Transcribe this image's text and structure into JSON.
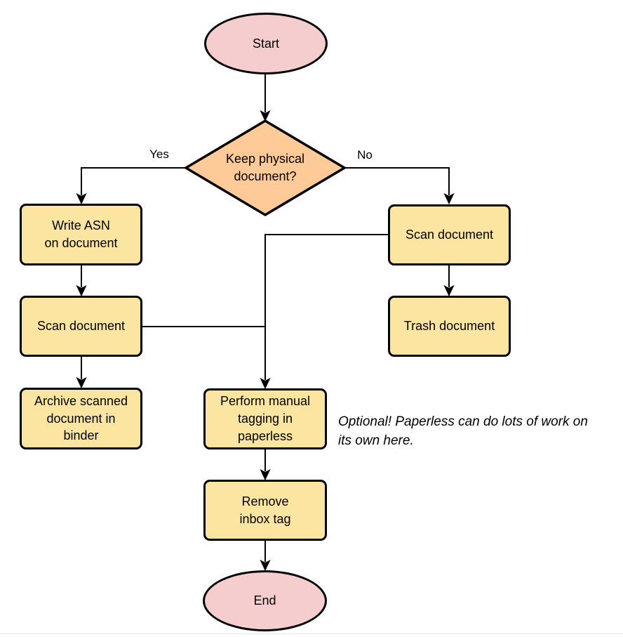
{
  "diagram": {
    "nodes": {
      "start": {
        "label": "Start"
      },
      "decision": {
        "label": "Keep physical\ndocument?"
      },
      "write_asn": {
        "label": "Write ASN\non document"
      },
      "scan_left": {
        "label": "Scan document"
      },
      "archive": {
        "label": "Archive scanned\ndocument in\nbinder"
      },
      "scan_right": {
        "label": "Scan document"
      },
      "trash": {
        "label": "Trash document"
      },
      "tagging": {
        "label": "Perform manual\ntagging in\npaperless"
      },
      "remove_inbox": {
        "label": "Remove\ninbox tag"
      },
      "end": {
        "label": "End"
      }
    },
    "edge_labels": {
      "yes": "Yes",
      "no": "No"
    },
    "annotation": "Optional! Paperless can do lots of work on\nits own here.",
    "colors": {
      "terminator_fill": "#f6cdce",
      "decision_fill": "#fdca98",
      "process_fill": "#fbe5a0",
      "stroke": "#000000"
    }
  }
}
